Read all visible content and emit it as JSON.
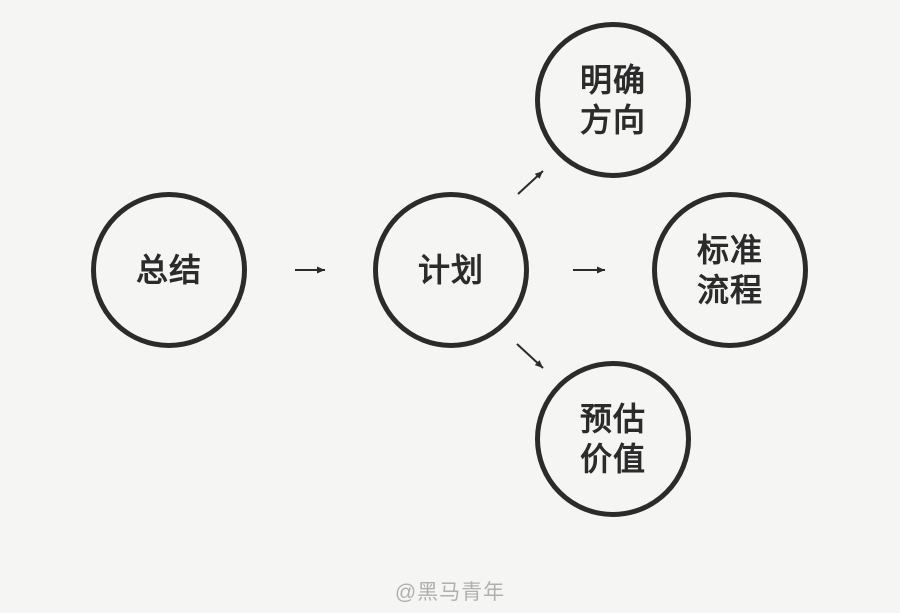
{
  "diagram": {
    "type": "flowchart",
    "background_color": "#f5f5f3",
    "stroke_color": "#2b2b2b",
    "text_color": "#2b2b2b",
    "nodes": [
      {
        "id": "zongjie",
        "label": "总结",
        "lines": [
          "总结"
        ]
      },
      {
        "id": "jihua",
        "label": "计划",
        "lines": [
          "计划"
        ]
      },
      {
        "id": "mingque",
        "label": "明确方向",
        "lines": [
          "明确",
          "方向"
        ]
      },
      {
        "id": "biaozhun",
        "label": "标准流程",
        "lines": [
          "标准",
          "流程"
        ]
      },
      {
        "id": "yugu",
        "label": "预估价值",
        "lines": [
          "预估",
          "价值"
        ]
      }
    ],
    "edges": [
      {
        "from": "总结",
        "to": "计划"
      },
      {
        "from": "计划",
        "to": "明确方向"
      },
      {
        "from": "计划",
        "to": "标准流程"
      },
      {
        "from": "计划",
        "to": "预估价值"
      }
    ]
  },
  "watermark": {
    "text": "@黑马青年",
    "color": "#b0b0b0"
  }
}
